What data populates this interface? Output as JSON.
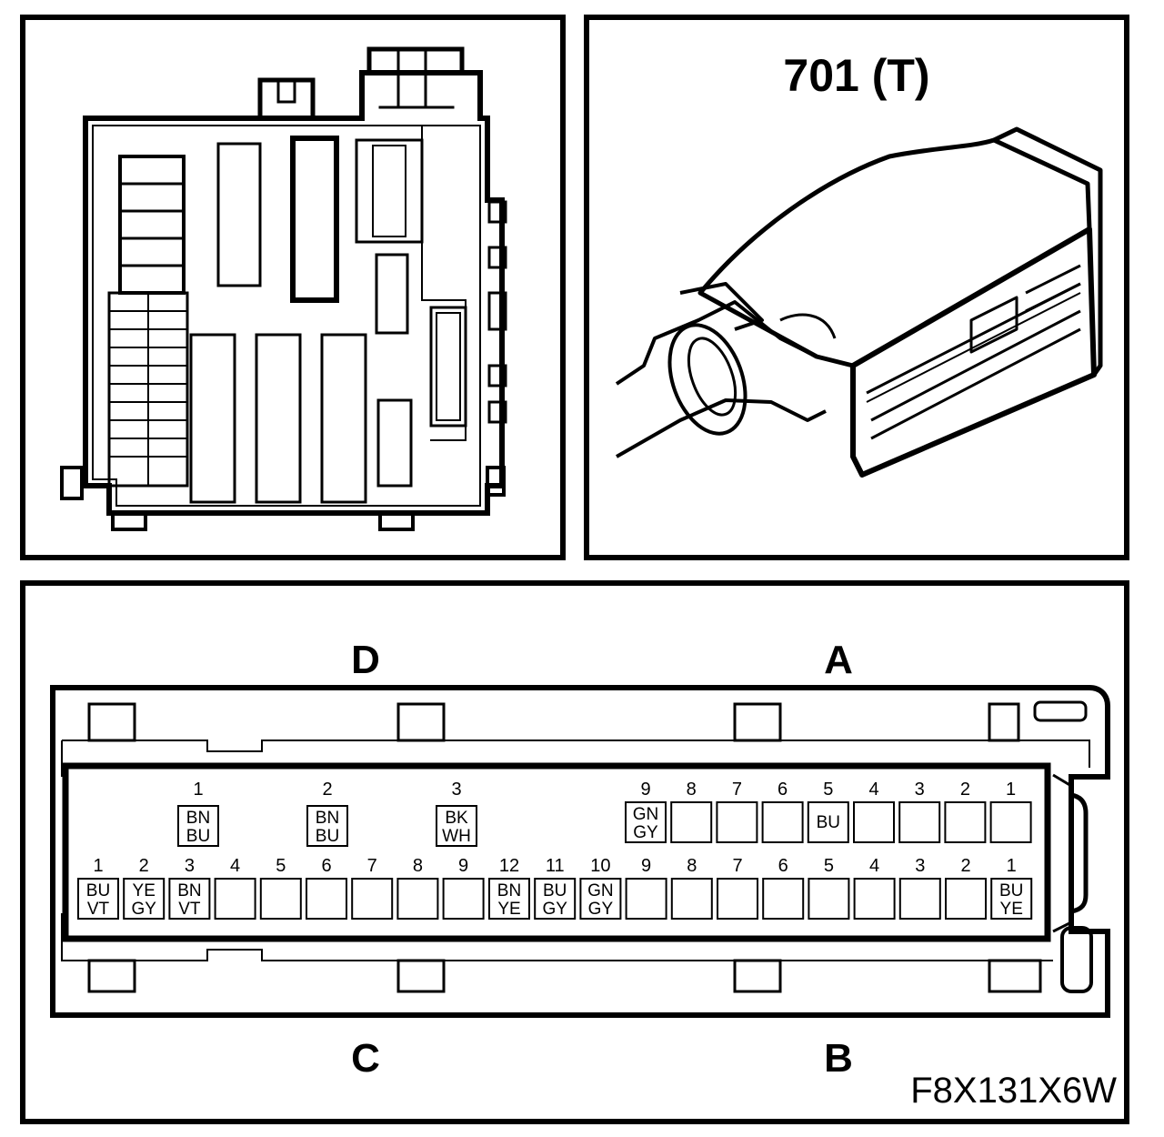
{
  "connector": {
    "title": "701 (T)",
    "figure_code": "F8X131X6W",
    "section_labels": {
      "D": "D",
      "A": "A",
      "C": "C",
      "B": "B"
    },
    "section_D": [
      {
        "pin": "1",
        "colors": [
          "BN",
          "BU"
        ]
      },
      {
        "pin": "2",
        "colors": [
          "BN",
          "BU"
        ]
      },
      {
        "pin": "3",
        "colors": [
          "BK",
          "WH"
        ]
      }
    ],
    "section_A": [
      {
        "pin": "9",
        "colors": [
          "GN",
          "GY"
        ]
      },
      {
        "pin": "8",
        "colors": []
      },
      {
        "pin": "7",
        "colors": []
      },
      {
        "pin": "6",
        "colors": []
      },
      {
        "pin": "5",
        "colors": [
          "BU"
        ]
      },
      {
        "pin": "4",
        "colors": []
      },
      {
        "pin": "3",
        "colors": []
      },
      {
        "pin": "2",
        "colors": []
      },
      {
        "pin": "1",
        "colors": []
      }
    ],
    "section_C": [
      {
        "pin": "1",
        "colors": [
          "BU",
          "VT"
        ]
      },
      {
        "pin": "2",
        "colors": [
          "YE",
          "GY"
        ]
      },
      {
        "pin": "3",
        "colors": [
          "BN",
          "VT"
        ]
      },
      {
        "pin": "4",
        "colors": []
      },
      {
        "pin": "5",
        "colors": []
      },
      {
        "pin": "6",
        "colors": []
      },
      {
        "pin": "7",
        "colors": []
      },
      {
        "pin": "8",
        "colors": []
      },
      {
        "pin": "9",
        "colors": []
      }
    ],
    "section_B": [
      {
        "pin": "12",
        "colors": [
          "BN",
          "YE"
        ]
      },
      {
        "pin": "11",
        "colors": [
          "BU",
          "GY"
        ]
      },
      {
        "pin": "10",
        "colors": [
          "GN",
          "GY"
        ]
      },
      {
        "pin": "9",
        "colors": []
      },
      {
        "pin": "8",
        "colors": []
      },
      {
        "pin": "7",
        "colors": []
      },
      {
        "pin": "6",
        "colors": []
      },
      {
        "pin": "5",
        "colors": []
      },
      {
        "pin": "4",
        "colors": []
      },
      {
        "pin": "3",
        "colors": []
      },
      {
        "pin": "2",
        "colors": []
      },
      {
        "pin": "1",
        "colors": [
          "BU",
          "YE"
        ]
      }
    ]
  }
}
